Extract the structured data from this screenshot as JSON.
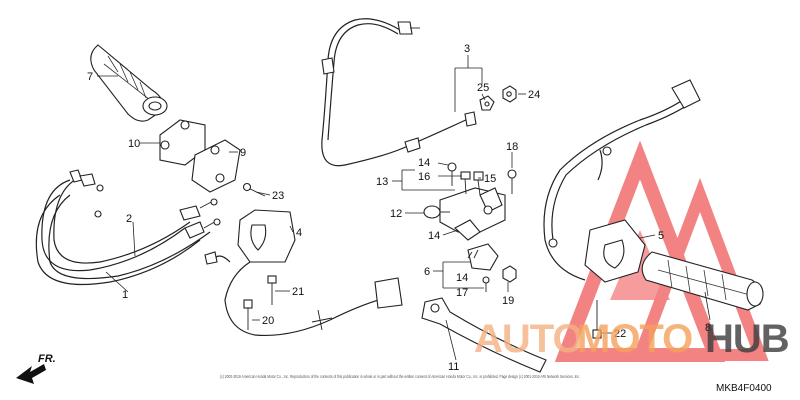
{
  "callouts": {
    "p1": "1",
    "p2": "2",
    "p3": "3",
    "p4": "4",
    "p5": "5",
    "p6": "6",
    "p7": "7",
    "p8": "8",
    "p9": "9",
    "p10": "10",
    "p11": "11",
    "p12": "12",
    "p13": "13",
    "p14a": "14",
    "p14b": "14",
    "p14c": "14",
    "p15": "15",
    "p16": "16",
    "p17": "17",
    "p18": "18",
    "p19": "19",
    "p20": "20",
    "p21": "21",
    "p22": "22",
    "p23": "23",
    "p24": "24",
    "p25": "25"
  },
  "front_marker": "FR.",
  "diagram_code": "MKB4F0400",
  "copyright": "(c) 2002-2019 American Honda Motor Co., Inc. Reproduction of the contents of this publication in whole or in part without the written consent of American Honda Motor Co., Inc. is prohibited. Page design (c) 2001-2019 ARI Network Services, Inc.",
  "watermark": {
    "auto": "AUTO",
    "moto": "MOTO",
    "hub": "HUB",
    "color_auto": "#f4b183",
    "color_moto": "#f4a15a",
    "color_hub": "#3c3c3c",
    "logo_color": "#f05a5a"
  }
}
